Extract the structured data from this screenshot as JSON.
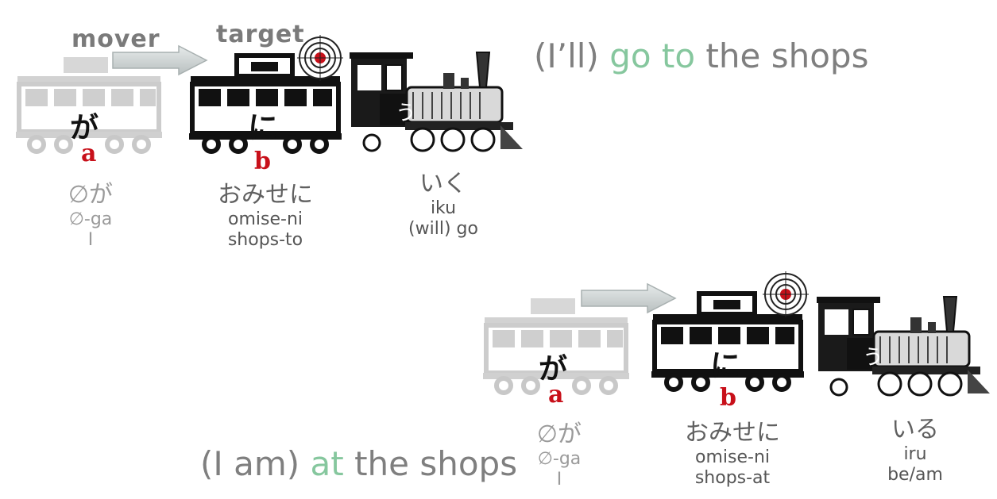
{
  "top": {
    "mover_label": "mover",
    "target_label": "target",
    "car_a_kana": "が",
    "car_b_kana": "に",
    "engine_kana": "う",
    "letter_a": "a",
    "letter_b": "b",
    "col_a": {
      "jp": "∅が",
      "romaji": "∅-ga",
      "gloss": "I"
    },
    "col_b": {
      "jp": "おみせに",
      "romaji": "omise-ni",
      "gloss": "shops-to"
    },
    "col_c": {
      "jp": "いく",
      "romaji": "iku",
      "gloss": "(will) go"
    },
    "sentence": {
      "pre": "(I’ll) ",
      "hl": "go to",
      "post": " the shops"
    }
  },
  "bottom": {
    "car_a_kana": "が",
    "car_b_kana": "に",
    "engine_kana": "う",
    "letter_a": "a",
    "letter_b": "b",
    "col_a": {
      "jp": "∅が",
      "romaji": "∅-ga",
      "gloss": "I"
    },
    "col_b": {
      "jp": "おみせに",
      "romaji": "omise-ni",
      "gloss": "shops-at"
    },
    "col_c": {
      "jp": "いる",
      "romaji": "iru",
      "gloss": "be/am"
    },
    "sentence": {
      "pre": "(I am) ",
      "hl": "at",
      "post": " the shops"
    }
  },
  "colors": {
    "ghost_car": "#c8c8c8",
    "black_car": "#111111",
    "letter_red": "#c8101a",
    "highlight_green": "#86c79e",
    "sentence_gray": "#7f7f7f"
  }
}
